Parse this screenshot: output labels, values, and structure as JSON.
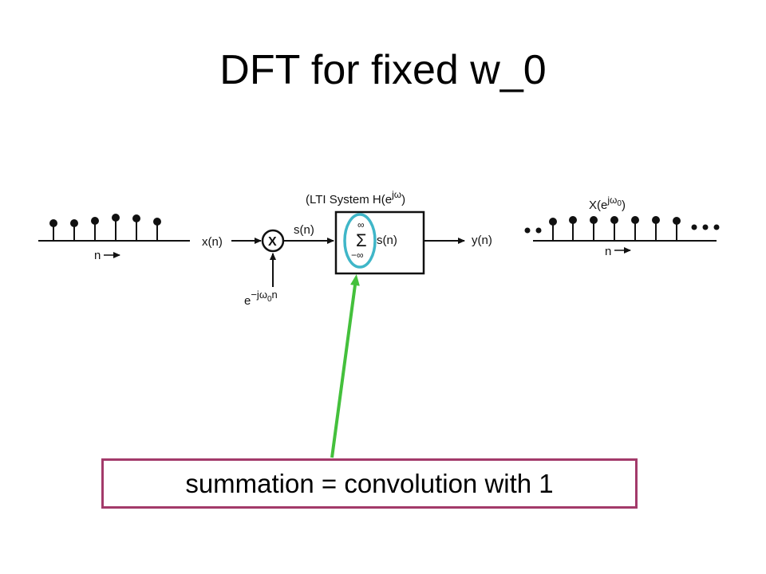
{
  "slide": {
    "title": "DFT for fixed w_0"
  },
  "diagram": {
    "left_axis_label": "n",
    "input_label": "x(n)",
    "multiplier_symbol": "X",
    "exponential_base": "e",
    "exponential_power": "−jω",
    "exponential_power_sub": "0",
    "exponential_power_end": "n",
    "product_label": "s(n)",
    "system_title_prefix": "(LTI System H(e",
    "system_title_sup": "jω",
    "system_title_suffix": ")",
    "sum_symbol": "Σ",
    "sum_upper": "∞",
    "sum_lower": "−∞",
    "sum_operand": "s(n)",
    "output_label": "y(n)",
    "right_plot_label_prefix": "X(e",
    "right_plot_label_sup": "jω",
    "right_plot_label_sub": "0",
    "right_plot_label_suffix": ")",
    "right_axis_label": "n"
  },
  "callout": {
    "text": "summation = convolution with 1"
  },
  "colors": {
    "highlight_ellipse": "#3fb6c8",
    "arrow": "#44c03c",
    "callout_border": "#a33a6a"
  }
}
